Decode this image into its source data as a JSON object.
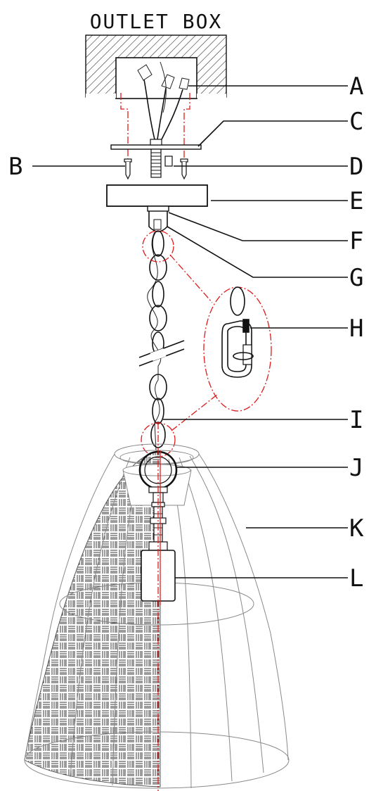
{
  "title": "OUTLET BOX",
  "callouts": [
    {
      "id": "A",
      "label": "A"
    },
    {
      "id": "B",
      "label": "B"
    },
    {
      "id": "C",
      "label": "C"
    },
    {
      "id": "D",
      "label": "D"
    },
    {
      "id": "E",
      "label": "E"
    },
    {
      "id": "F",
      "label": "F"
    },
    {
      "id": "G",
      "label": "G"
    },
    {
      "id": "H",
      "label": "H"
    },
    {
      "id": "I",
      "label": "I"
    },
    {
      "id": "J",
      "label": "J"
    },
    {
      "id": "K",
      "label": "K"
    },
    {
      "id": "L",
      "label": "L"
    }
  ],
  "colors": {
    "line": "#111111",
    "accent": "#e01a1a",
    "shade": "#8a8a8a"
  }
}
